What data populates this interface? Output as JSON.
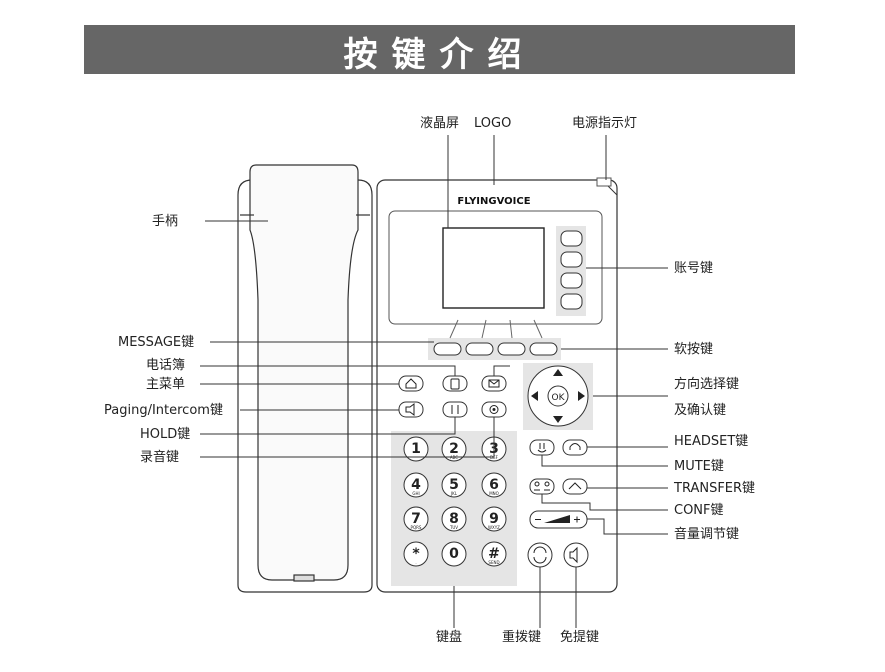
{
  "header": {
    "title": "按键介绍",
    "color": "#666666"
  },
  "brand": "FLYINGVOICE",
  "labels": {
    "lcd": "液晶屏",
    "logo": "LOGO",
    "power_led": "电源指示灯",
    "handset": "手柄",
    "account_keys": "账号键",
    "message_key": "MESSAGE键",
    "phonebook": "电话簿",
    "main_menu": "主菜单",
    "paging_intercom": "Paging/Intercom键",
    "hold_key": "HOLD键",
    "record_key": "录音键",
    "soft_keys": "软按键",
    "nav_key_1": "方向选择键",
    "nav_key_2": "及确认键",
    "headset_key": "HEADSET键",
    "mute_key": "MUTE键",
    "transfer_key": "TRANSFER键",
    "conf_key": "CONF键",
    "volume_key": "音量调节键",
    "keypad": "键盘",
    "redial_key": "重拨键",
    "speaker_key": "免提键"
  },
  "keypad": [
    {
      "digit": "1",
      "sub": ""
    },
    {
      "digit": "2",
      "sub": "ABC"
    },
    {
      "digit": "3",
      "sub": "DEF"
    },
    {
      "digit": "4",
      "sub": "GHI"
    },
    {
      "digit": "5",
      "sub": "JKL"
    },
    {
      "digit": "6",
      "sub": "MNO"
    },
    {
      "digit": "7",
      "sub": "PQRS"
    },
    {
      "digit": "8",
      "sub": "TUV"
    },
    {
      "digit": "9",
      "sub": "WXYZ"
    },
    {
      "digit": "*",
      "sub": "."
    },
    {
      "digit": "0",
      "sub": ""
    },
    {
      "digit": "#",
      "sub": "SEND"
    }
  ],
  "ok_label": "OK"
}
